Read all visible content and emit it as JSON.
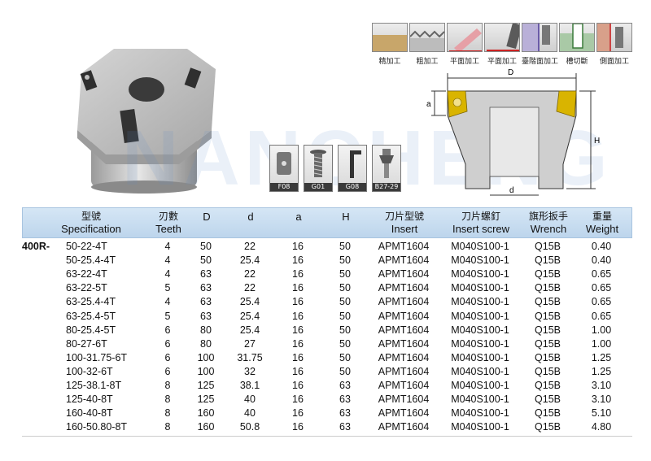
{
  "watermark": "NANCHENG",
  "operations": [
    {
      "label": "精加工",
      "icon": "finishing-icon"
    },
    {
      "label": "粗加工",
      "icon": "roughing-icon"
    },
    {
      "label": "平面加工",
      "icon": "face-milling-icon"
    },
    {
      "label": "平面加工",
      "icon": "face-milling-2-icon"
    },
    {
      "label": "臺階面加工",
      "icon": "shoulder-milling-icon"
    },
    {
      "label": "槽切斷",
      "icon": "slotting-icon"
    },
    {
      "label": "側面加工",
      "icon": "side-milling-icon"
    }
  ],
  "accessories": [
    {
      "code": "F08",
      "icon": "insert-icon"
    },
    {
      "code": "G01",
      "icon": "screw-icon"
    },
    {
      "code": "G08",
      "icon": "wrench-icon"
    },
    {
      "code": "B27-29",
      "icon": "arbor-bolt-icon"
    }
  ],
  "drawing": {
    "D": "D",
    "a": "a",
    "H": "H",
    "d": "d"
  },
  "table": {
    "series": "400R-",
    "headers": [
      {
        "zh": "型號",
        "en": "Specification"
      },
      {
        "zh": "刃數",
        "en": "Teeth"
      },
      {
        "zh": "",
        "en": "D"
      },
      {
        "zh": "",
        "en": "d"
      },
      {
        "zh": "",
        "en": "a"
      },
      {
        "zh": "",
        "en": "H"
      },
      {
        "zh": "刀片型號",
        "en": "Insert"
      },
      {
        "zh": "刀片螺釘",
        "en": "Insert screw"
      },
      {
        "zh": "旗形扳手",
        "en": "Wrench"
      },
      {
        "zh": "重量",
        "en": "Weight"
      }
    ],
    "rows": [
      [
        "50-22-4T",
        "4",
        "50",
        "22",
        "16",
        "50",
        "APMT1604",
        "M040S100-1",
        "Q15B",
        "0.40"
      ],
      [
        "50-25.4-4T",
        "4",
        "50",
        "25.4",
        "16",
        "50",
        "APMT1604",
        "M040S100-1",
        "Q15B",
        "0.40"
      ],
      [
        "63-22-4T",
        "4",
        "63",
        "22",
        "16",
        "50",
        "APMT1604",
        "M040S100-1",
        "Q15B",
        "0.65"
      ],
      [
        "63-22-5T",
        "5",
        "63",
        "22",
        "16",
        "50",
        "APMT1604",
        "M040S100-1",
        "Q15B",
        "0.65"
      ],
      [
        "63-25.4-4T",
        "4",
        "63",
        "25.4",
        "16",
        "50",
        "APMT1604",
        "M040S100-1",
        "Q15B",
        "0.65"
      ],
      [
        "63-25.4-5T",
        "5",
        "63",
        "25.4",
        "16",
        "50",
        "APMT1604",
        "M040S100-1",
        "Q15B",
        "0.65"
      ],
      [
        "80-25.4-5T",
        "6",
        "80",
        "25.4",
        "16",
        "50",
        "APMT1604",
        "M040S100-1",
        "Q15B",
        "1.00"
      ],
      [
        "80-27-6T",
        "6",
        "80",
        "27",
        "16",
        "50",
        "APMT1604",
        "M040S100-1",
        "Q15B",
        "1.00"
      ],
      [
        "100-31.75-6T",
        "6",
        "100",
        "31.75",
        "16",
        "50",
        "APMT1604",
        "M040S100-1",
        "Q15B",
        "1.25"
      ],
      [
        "100-32-6T",
        "6",
        "100",
        "32",
        "16",
        "50",
        "APMT1604",
        "M040S100-1",
        "Q15B",
        "1.25"
      ],
      [
        "125-38.1-8T",
        "8",
        "125",
        "38.1",
        "16",
        "63",
        "APMT1604",
        "M040S100-1",
        "Q15B",
        "3.10"
      ],
      [
        "125-40-8T",
        "8",
        "125",
        "40",
        "16",
        "63",
        "APMT1604",
        "M040S100-1",
        "Q15B",
        "3.10"
      ],
      [
        "160-40-8T",
        "8",
        "160",
        "40",
        "16",
        "63",
        "APMT1604",
        "M040S100-1",
        "Q15B",
        "5.10"
      ],
      [
        "160-50.80-8T",
        "8",
        "160",
        "50.8",
        "16",
        "63",
        "APMT1604",
        "M040S100-1",
        "Q15B",
        "4.80"
      ]
    ]
  },
  "colors": {
    "header_bg": "#c9ddf0",
    "insert_gold": "#d9b400"
  }
}
